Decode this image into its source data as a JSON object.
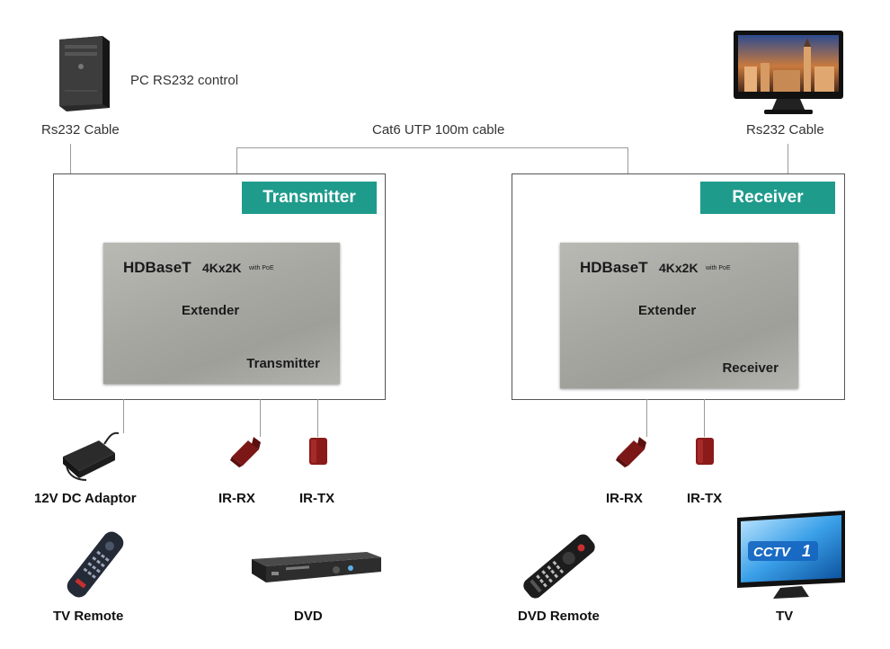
{
  "top": {
    "pc_label": "PC RS232 control",
    "rs232_left": "Rs232 Cable",
    "rs232_right": "Rs232 Cable",
    "cat6_label": "Cat6 UTP 100m cable"
  },
  "transmitter": {
    "tag": "Transmitter",
    "plate_brand": "HDBaseT",
    "plate_res": "4Kx2K",
    "plate_poe": "with PoE",
    "plate_ext": "Extender",
    "plate_role": "Transmitter"
  },
  "receiver": {
    "tag": "Receiver",
    "plate_brand": "HDBaseT",
    "plate_res": "4Kx2K",
    "plate_poe": "with PoE",
    "plate_ext": "Extender",
    "plate_role": "Receiver"
  },
  "bottom": {
    "adaptor": "12V DC Adaptor",
    "irrx_left": "IR-RX",
    "irtx_left": "IR-TX",
    "irrx_right": "IR-RX",
    "irtx_right": "IR-TX",
    "tv_remote": "TV Remote",
    "dvd": "DVD",
    "dvd_remote": "DVD Remote",
    "tv": "TV"
  },
  "screens": {
    "tv_logo": "CCTV",
    "tv_logo_num": "1"
  },
  "colors": {
    "tag_bg": "#1f9b8c",
    "ir_device": "#8b1a1a",
    "connector_line": "#9a9a9a"
  }
}
